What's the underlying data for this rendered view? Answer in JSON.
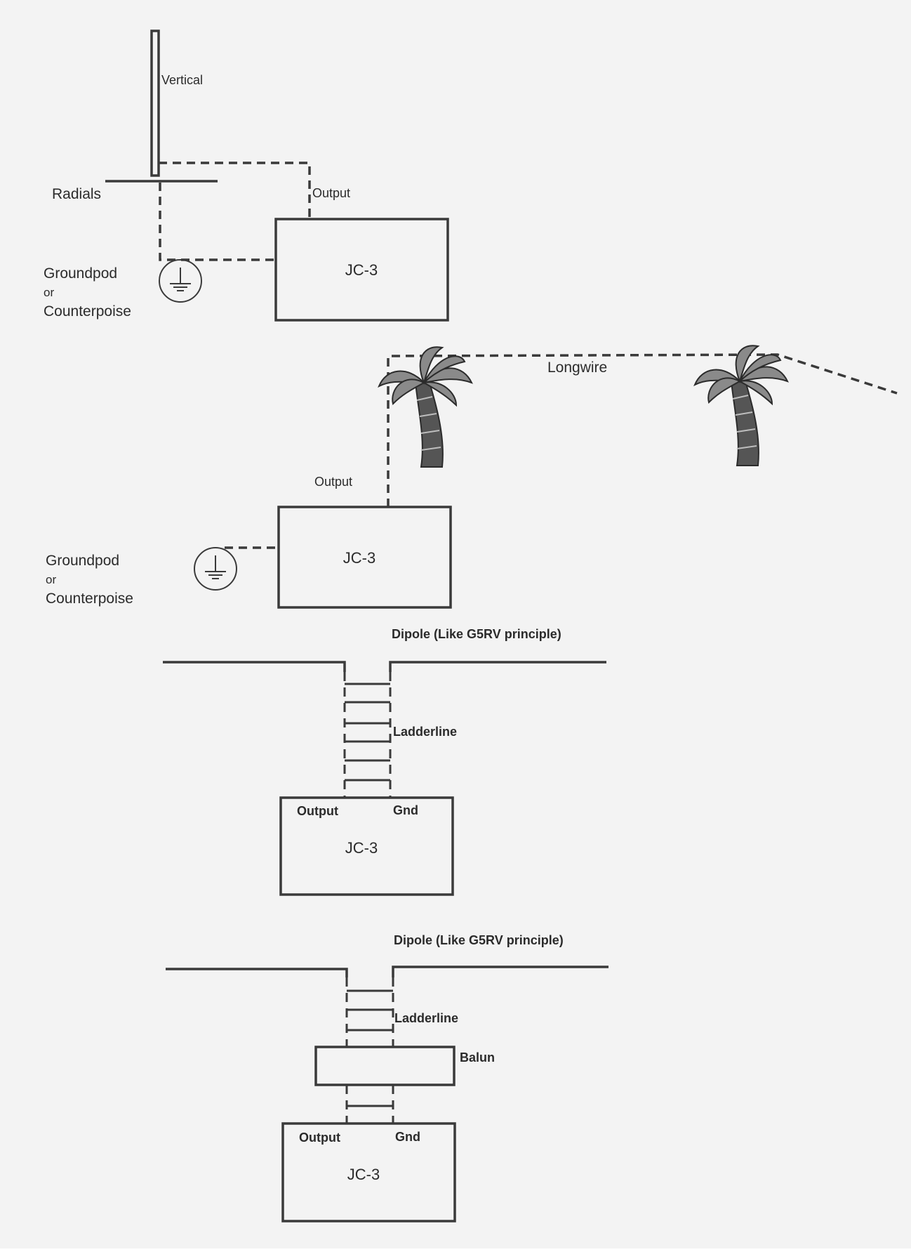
{
  "diagram1": {
    "vertical_label": "Vertical",
    "radials_label": "Radials",
    "output_label": "Output",
    "box_label": "JC-3",
    "ground_line1": "Groundpod",
    "ground_line2": "or",
    "ground_line3": "Counterpoise",
    "ground_icon": "ground-symbol-icon"
  },
  "diagram2": {
    "longwire_label": "Longwire",
    "output_label": "Output",
    "box_label": "JC-3",
    "ground_line1": "Groundpod",
    "ground_line2": "or",
    "ground_line3": "Counterpoise",
    "ground_icon": "ground-symbol-icon",
    "tree_icon": "palm-tree-icon"
  },
  "diagram3": {
    "title": "Dipole  (Like G5RV principle)",
    "ladderline_label": "Ladderline",
    "output_label": "Output",
    "gnd_label": "Gnd",
    "box_label": "JC-3"
  },
  "diagram4": {
    "title": "Dipole  (Like G5RV principle)",
    "ladderline_label": "Ladderline",
    "balun_label": "Balun",
    "output_label": "Output",
    "gnd_label": "Gnd",
    "box_label": "JC-3"
  }
}
